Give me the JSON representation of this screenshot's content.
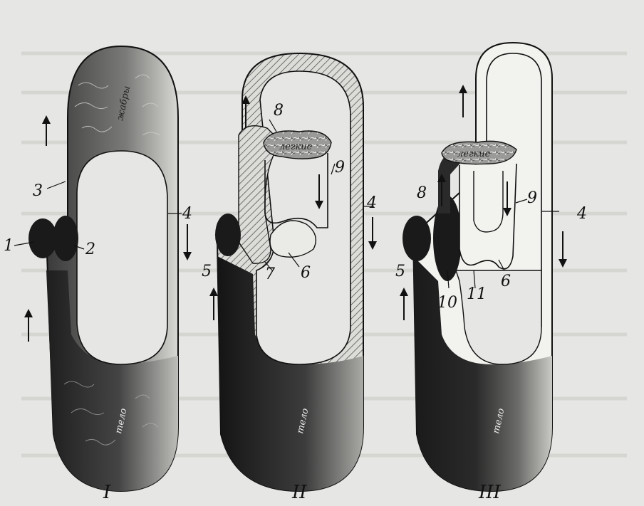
{
  "diagrams": [
    {
      "roman": "I",
      "organs": [
        "жабры",
        "тело"
      ],
      "labels": [
        "1",
        "2",
        "3",
        "4"
      ]
    },
    {
      "roman": "II",
      "organs": [
        "легкие",
        "тело"
      ],
      "labels": [
        "4",
        "5",
        "6",
        "7",
        "8",
        "9"
      ]
    },
    {
      "roman": "III",
      "organs": [
        "легкие",
        "тело"
      ],
      "labels": [
        "4",
        "5",
        "6",
        "8",
        "9",
        "10",
        "11"
      ]
    }
  ]
}
